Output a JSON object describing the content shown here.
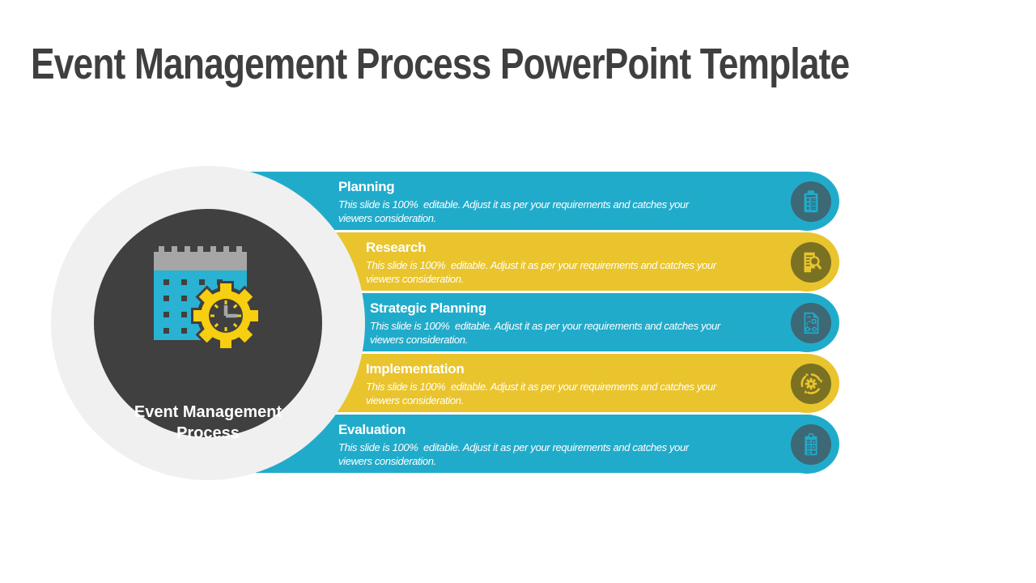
{
  "slide": {
    "title": "Event Management Process PowerPoint Template",
    "center": {
      "label_line1": "Event Management",
      "label_line2": "Process",
      "icon": "calendar-gear-clock-icon"
    },
    "shared_description": {
      "line1": "This slide is 100%  editable. Adjust it as per your requirements and catches your",
      "line2": "viewers consideration."
    },
    "bars": [
      {
        "title": "Planning",
        "color": "cyan",
        "icon": "clipboard-list-icon"
      },
      {
        "title": "Research",
        "color": "yellow",
        "icon": "document-search-icon"
      },
      {
        "title": "Strategic Planning",
        "color": "cyan",
        "icon": "document-flowchart-icon"
      },
      {
        "title": "Implementation",
        "color": "yellow",
        "icon": "gear-cycle-icon"
      },
      {
        "title": "Evaluation",
        "color": "cyan",
        "icon": "clipboard-checklist-icon"
      }
    ],
    "colors": {
      "cyan": "#21abcb",
      "yellow": "#e9c42d",
      "teal_dark": "#3d6876",
      "olive_dark": "#7a7123",
      "dark_gray": "#404040",
      "light_ring": "#f0f0f0",
      "title_text": "#3f3f3f",
      "calendar_gray": "#a6a6a6",
      "gear_yellow": "#f7ce10",
      "calendar_cyan": "#29b2d2"
    }
  }
}
